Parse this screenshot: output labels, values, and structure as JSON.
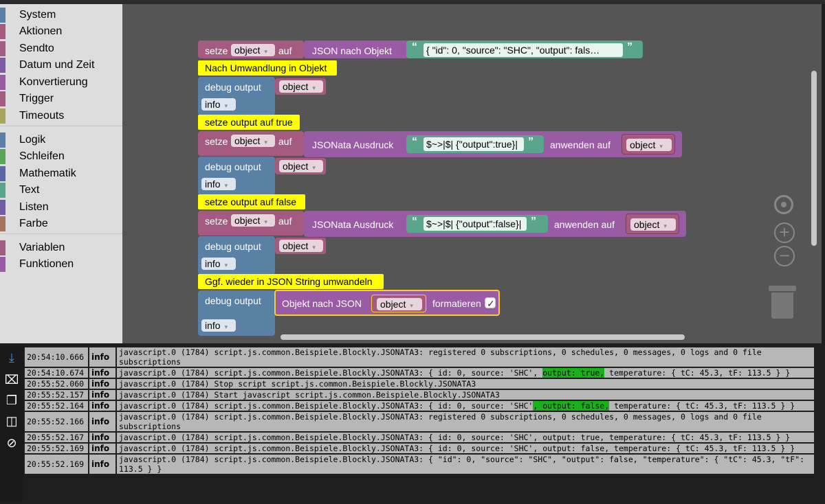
{
  "toolbox": {
    "categories": [
      {
        "label": "System",
        "color": "#5b80a5"
      },
      {
        "label": "Aktionen",
        "color": "#a55b80"
      },
      {
        "label": "Sendto",
        "color": "#a55b80"
      },
      {
        "label": "Datum und Zeit",
        "color": "#805ba5"
      },
      {
        "label": "Konvertierung",
        "color": "#9a5ba5"
      },
      {
        "label": "Trigger",
        "color": "#a55b80"
      },
      {
        "label": "Timeouts",
        "color": "#a5a55b"
      },
      {
        "label": "Logik",
        "color": "#5b80a5"
      },
      {
        "label": "Schleifen",
        "color": "#5ba55b"
      },
      {
        "label": "Mathematik",
        "color": "#5b67a5"
      },
      {
        "label": "Text",
        "color": "#5ba58c"
      },
      {
        "label": "Listen",
        "color": "#745ba5"
      },
      {
        "label": "Farbe",
        "color": "#a5745b"
      },
      {
        "label": "Variablen",
        "color": "#a55b80"
      },
      {
        "label": "Funktionen",
        "color": "#995ba5"
      }
    ]
  },
  "blocks": {
    "set_kw": "setze",
    "to_kw": "auf",
    "var_name": "object",
    "json_to_obj": "JSON nach Objekt",
    "json_string": "{   \"id\": 0,   \"source\": \"SHC\",   \"output\": fals…",
    "comment1": "Nach Umwandlung in Objekt",
    "debug_kw": "debug output",
    "info_kw": "info",
    "comment2": "setze output auf true",
    "jsonata_kw": "JSONata Ausdruck",
    "expr_true": "$~>|$| {\"output\":true}|",
    "apply_kw": "anwenden auf",
    "comment3": "setze output auf false",
    "expr_false": "$~>|$| {\"output\":false}|",
    "comment4": "Ggf. wieder in JSON String umwandeln",
    "obj_to_json": "Objekt nach JSON",
    "format_kw": "formatieren",
    "checkmark": "✓",
    "quote_open": "“",
    "quote_close": "”",
    "caret": "▾"
  },
  "colors": {
    "set_block": "#a55b80",
    "convert_block": "#9a5ba5",
    "text_block": "#5ba58c",
    "debug_block": "#5b80a5",
    "comment": "#ffff00",
    "highlight": "#19b019"
  },
  "log": {
    "rows": [
      {
        "time": "20:54:10.666",
        "severity": "info",
        "msg": "javascript.0 (1784) script.js.common.Beispiele.Blockly.JSONATA3: registered 0 subscriptions, 0 schedules, 0 messages, 0 logs and 0 file subscriptions"
      },
      {
        "time": "20:54:10.674",
        "severity": "info",
        "msg_pre": "javascript.0 (1784) script.js.common.Beispiele.Blockly.JSONATA3: { id: 0, source: 'SHC', ",
        "msg_hl": "output: true,",
        "msg_post": " temperature: { tC: 45.3, tF: 113.5 } }"
      },
      {
        "time": "20:55:52.060",
        "severity": "info",
        "msg": "javascript.0 (1784) Stop script script.js.common.Beispiele.Blockly.JSONATA3"
      },
      {
        "time": "20:55:52.157",
        "severity": "info",
        "msg": "javascript.0 (1784) Start javascript script.js.common.Beispiele.Blockly.JSONATA3"
      },
      {
        "time": "20:55:52.164",
        "severity": "info",
        "msg_pre": "javascript.0 (1784) script.js.common.Beispiele.Blockly.JSONATA3: { id: 0, source: 'SHC'",
        "msg_hl": ", output: false,",
        "msg_post": " temperature: { tC: 45.3, tF: 113.5 } }"
      },
      {
        "time": "20:55:52.166",
        "severity": "info",
        "msg": "javascript.0 (1784) script.js.common.Beispiele.Blockly.JSONATA3: registered 0 subscriptions, 0 schedules, 0 messages, 0 logs and 0 file subscriptions"
      },
      {
        "time": "20:55:52.167",
        "severity": "info",
        "msg": "javascript.0 (1784) script.js.common.Beispiele.Blockly.JSONATA3: { id: 0, source: 'SHC', output: true, temperature: { tC: 45.3, tF: 113.5 } }"
      },
      {
        "time": "20:55:52.169",
        "severity": "info",
        "msg": "javascript.0 (1784) script.js.common.Beispiele.Blockly.JSONATA3: { id: 0, source: 'SHC', output: false, temperature: { tC: 45.3, tF: 113.5 } }"
      },
      {
        "time": "20:55:52.169",
        "severity": "info",
        "msg": "javascript.0 (1784) script.js.common.Beispiele.Blockly.JSONATA3: { \"id\": 0, \"source\": \"SHC\", \"output\": false, \"temperature\": { \"tC\": 45.3, \"tF\": 113.5 } }"
      }
    ]
  },
  "icons": [
    "download-icon",
    "clear-icon",
    "copy-icon",
    "toggle-view-icon",
    "hide-icon"
  ]
}
